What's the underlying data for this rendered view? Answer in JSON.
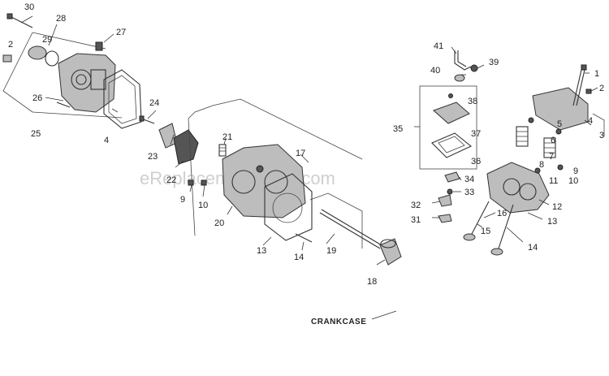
{
  "watermark": "eReplacementParts.com",
  "caption": "CRANKCASE",
  "callouts": [
    {
      "id": "c30",
      "text": "30"
    },
    {
      "id": "c28",
      "text": "28"
    },
    {
      "id": "c29",
      "text": "29"
    },
    {
      "id": "c27",
      "text": "27"
    },
    {
      "id": "c2a",
      "text": "2"
    },
    {
      "id": "c26",
      "text": "26"
    },
    {
      "id": "c25",
      "text": "25"
    },
    {
      "id": "c4a",
      "text": "4"
    },
    {
      "id": "c24",
      "text": "24"
    },
    {
      "id": "c23",
      "text": "23"
    },
    {
      "id": "c22",
      "text": "22"
    },
    {
      "id": "c21",
      "text": "21"
    },
    {
      "id": "c9a",
      "text": "9"
    },
    {
      "id": "c10a",
      "text": "10"
    },
    {
      "id": "c20",
      "text": "20"
    },
    {
      "id": "c17",
      "text": "17"
    },
    {
      "id": "c13a",
      "text": "13"
    },
    {
      "id": "c14a",
      "text": "14"
    },
    {
      "id": "c19",
      "text": "19"
    },
    {
      "id": "c18",
      "text": "18"
    },
    {
      "id": "c41",
      "text": "41"
    },
    {
      "id": "c40",
      "text": "40"
    },
    {
      "id": "c39",
      "text": "39"
    },
    {
      "id": "c38",
      "text": "38"
    },
    {
      "id": "c35",
      "text": "35"
    },
    {
      "id": "c37",
      "text": "37"
    },
    {
      "id": "c36",
      "text": "36"
    },
    {
      "id": "c34",
      "text": "34"
    },
    {
      "id": "c33",
      "text": "33"
    },
    {
      "id": "c32",
      "text": "32"
    },
    {
      "id": "c31",
      "text": "31"
    },
    {
      "id": "c1",
      "text": "1"
    },
    {
      "id": "c2b",
      "text": "2"
    },
    {
      "id": "c4b",
      "text": "4"
    },
    {
      "id": "c3",
      "text": "3"
    },
    {
      "id": "c5",
      "text": "5"
    },
    {
      "id": "c6",
      "text": "6"
    },
    {
      "id": "c7",
      "text": "7"
    },
    {
      "id": "c8",
      "text": "8"
    },
    {
      "id": "c9b",
      "text": "9"
    },
    {
      "id": "c11",
      "text": "11"
    },
    {
      "id": "c10b",
      "text": "10"
    },
    {
      "id": "c12",
      "text": "12"
    },
    {
      "id": "c13b",
      "text": "13"
    },
    {
      "id": "c16",
      "text": "16"
    },
    {
      "id": "c15",
      "text": "15"
    },
    {
      "id": "c14b",
      "text": "14"
    }
  ]
}
